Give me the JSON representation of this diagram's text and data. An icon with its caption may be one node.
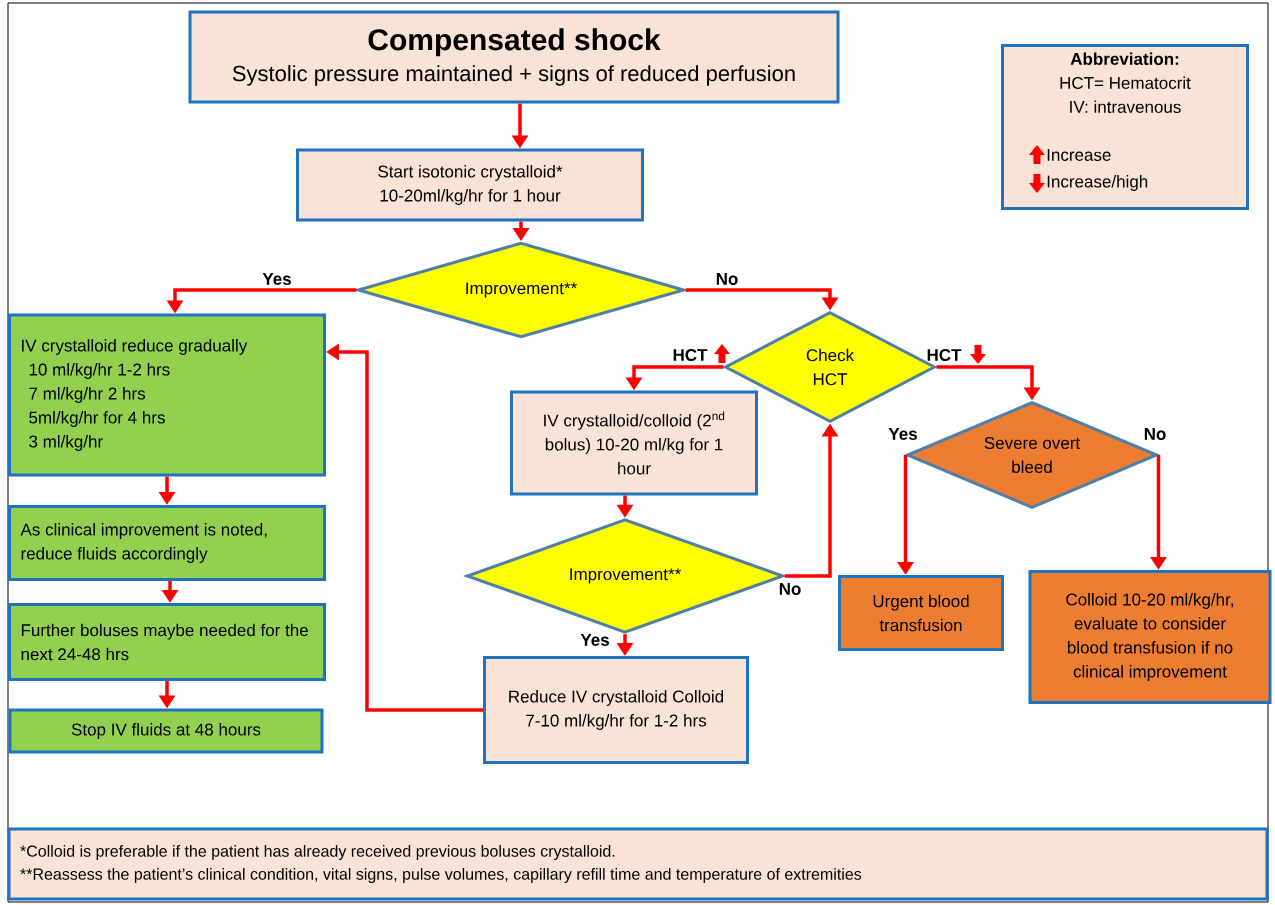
{
  "diagram": {
    "nodes": [
      {
        "text": [
          "Compensated shock",
          "Systolic pressure maintained + signs of reduced perfusion"
        ]
      },
      {
        "text": [
          "Start isotonic crystalloid* 10-20ml/kg/hr for 1 hour"
        ]
      },
      {
        "text": [
          "Improvement**"
        ]
      },
      {
        "text": [
          "IV crystalloid reduce gradually",
          "10 ml/kg/hr 1-2 hrs",
          "7 ml/kg/hr 2 hrs",
          "5ml/kg/hr for 4 hrs",
          "3 ml/kg/hr"
        ]
      },
      {
        "text": [
          "As clinical improvement is noted, reduce fluids accordingly"
        ]
      },
      {
        "text": [
          "Further boluses maybe needed for the next 24-48 hrs"
        ]
      },
      {
        "text": [
          "Stop IV fluids at 48 hours"
        ]
      },
      {
        "text": [
          "Check HCT"
        ]
      },
      {
        "text": [
          "IV crystalloid/colloid (2$^{nd}$ bolus) 10-20 ml/kg for 1 hour"
        ]
      },
      {
        "text": [
          "Improvement**"
        ]
      },
      {
        "text": [
          "Reduce IV crystalloid Colloid 7-10 ml/kg/hr for 1-2 hrs"
        ]
      },
      {
        "text": [
          "Severe overt bleed"
        ]
      },
      {
        "text": [
          "Urgent blood transfusion"
        ]
      },
      {
        "text": [
          "Colloid 10-20 ml/kg/hr, evaluate to consider blood transfusion if no clinical improvement"
        ]
      },
      {
        "text": [
          "Abbreviation:",
          "HCT= Hematocrit",
          "IV: intravenous"
        ]
      },
      {
        "text": [
          "*Colloid is preferable if the patient has already received previous boluses crystalloid.",
          "**Reassess the patient’s clinical condition, vital signs, pulse volumes, capillary refill time and temperature of extremities"
        ]
      }
    ],
    "edges": [
      {
        "from": 0,
        "to": 1,
        "arrow": "to"
      },
      {
        "from": 1,
        "to": 2,
        "arrow": "to"
      },
      {
        "from": 2,
        "to": 3,
        "arrow": "to",
        "label": "Yes"
      },
      {
        "from": 2,
        "to": 7,
        "arrow": "to",
        "label": "No"
      },
      {
        "from": 3,
        "to": 4,
        "arrow": "to"
      },
      {
        "from": 4,
        "to": 5,
        "arrow": "to"
      },
      {
        "from": 5,
        "to": 6,
        "arrow": "to"
      },
      {
        "from": 7,
        "to": 8,
        "arrow": "to",
        "label": "HCT"
      },
      {
        "from": 7,
        "to": 11,
        "arrow": "to",
        "label": "HCT"
      },
      {
        "from": 8,
        "to": 9,
        "arrow": "to"
      },
      {
        "from": 9,
        "to": 10,
        "arrow": "to",
        "label": "Yes"
      },
      {
        "from": 9,
        "to": 7,
        "arrow": "to",
        "label": "No"
      },
      {
        "from": 10,
        "to": 3,
        "arrow": "to"
      },
      {
        "from": 11,
        "to": 12,
        "arrow": "to",
        "label": "Yes"
      },
      {
        "from": 11,
        "to": 13,
        "arrow": "to",
        "label": "No"
      }
    ],
    "legend": [
      {
        "text": "Increase"
      },
      {
        "text": "Increase/high"
      }
    ]
  }
}
